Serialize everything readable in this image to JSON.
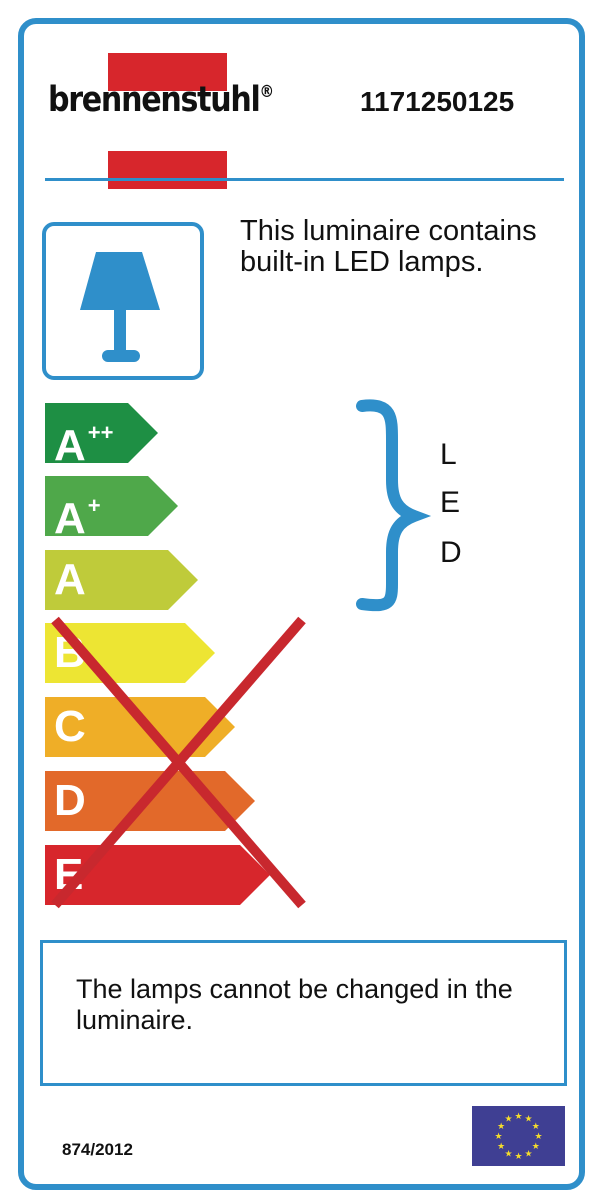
{
  "header": {
    "brand": "brennenstuhl",
    "brand_mark": "®",
    "model_number": "1171250125"
  },
  "info": {
    "icon": "table-lamp-icon",
    "text": "This luminaire contains built-in LED lamps."
  },
  "energy_classes": [
    {
      "letter": "A",
      "sup": "++",
      "color": "#1e8f44"
    },
    {
      "letter": "A",
      "sup": "+",
      "color": "#4fa84a"
    },
    {
      "letter": "A",
      "sup": "",
      "color": "#bfcb3a"
    },
    {
      "letter": "B",
      "sup": "",
      "color": "#ede533"
    },
    {
      "letter": "C",
      "sup": "",
      "color": "#efae27"
    },
    {
      "letter": "D",
      "sup": "",
      "color": "#e2692a"
    },
    {
      "letter": "E",
      "sup": "",
      "color": "#d7262c"
    }
  ],
  "excluded_classes": [
    "B",
    "C",
    "D",
    "E"
  ],
  "compatible_lamp": {
    "letters": [
      "L",
      "E",
      "D"
    ]
  },
  "notice": "The lamps cannot be changed in the luminaire.",
  "footer": {
    "regulation": "874/2012",
    "flag": "eu-flag-icon"
  },
  "colors": {
    "accent": "#2f8fca",
    "brand_red": "#d7262c",
    "cross": "#c8282e",
    "eu_blue": "#3f3f93",
    "eu_star": "#f4dc2c"
  }
}
